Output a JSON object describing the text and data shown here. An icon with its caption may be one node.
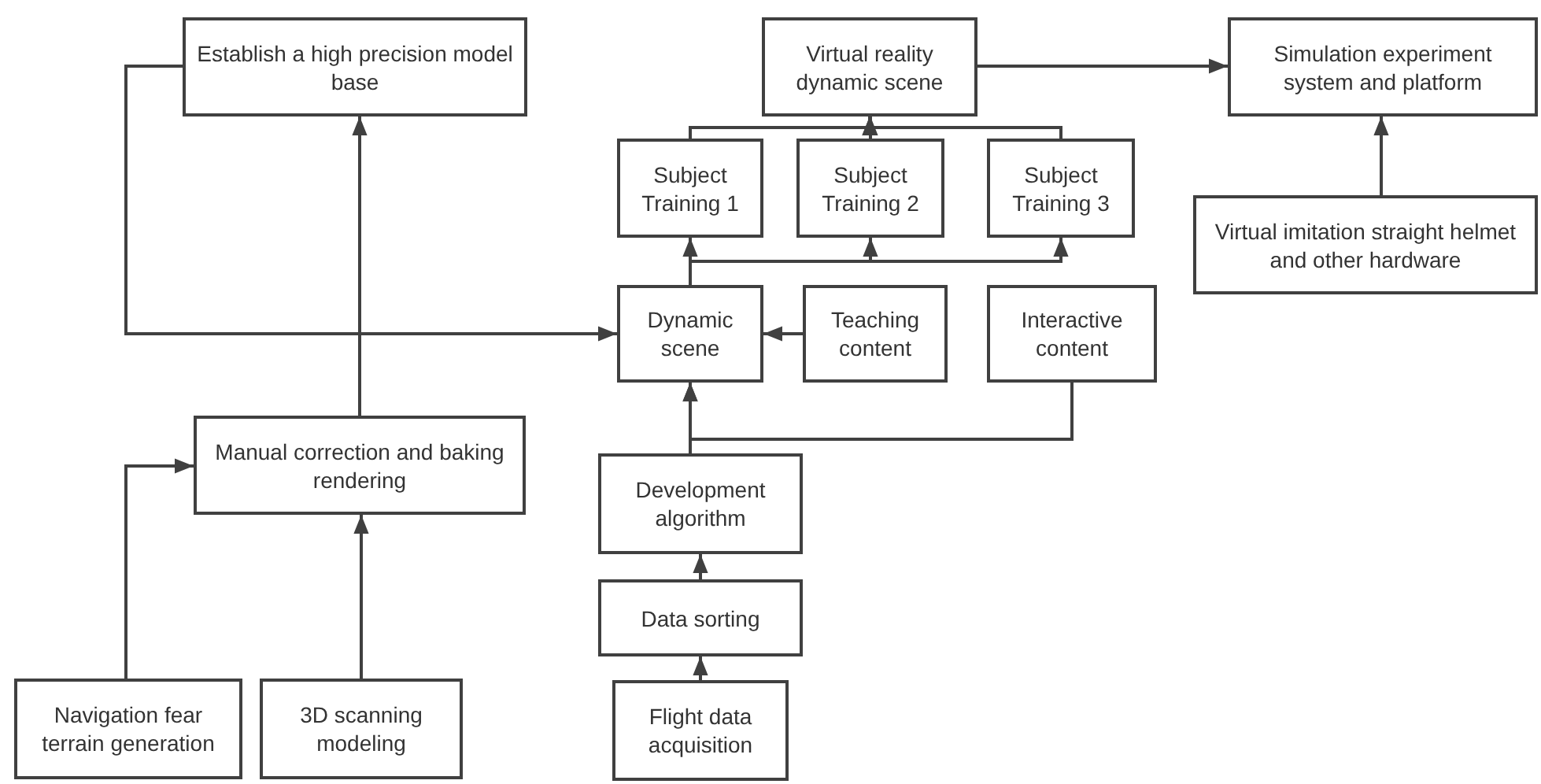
{
  "diagram": {
    "nodes": [
      {
        "text": [
          "Establish a high precision model base"
        ]
      },
      {
        "text": [
          "Virtual reality dynamic scene"
        ]
      },
      {
        "text": [
          "Simulation experiment system and platform"
        ]
      },
      {
        "text": [
          "Subject Training 1"
        ]
      },
      {
        "text": [
          "Subject Training 2"
        ]
      },
      {
        "text": [
          "Subject Training 3"
        ]
      },
      {
        "text": [
          "Virtual imitation straight helmet and other hardware"
        ]
      },
      {
        "text": [
          "Dynamic scene"
        ]
      },
      {
        "text": [
          "Teaching content"
        ]
      },
      {
        "text": [
          "Interactive content"
        ]
      },
      {
        "text": [
          "Manual correction and baking rendering"
        ]
      },
      {
        "text": [
          "Development algorithm"
        ]
      },
      {
        "text": [
          "Data sorting"
        ]
      },
      {
        "text": [
          "Flight data acquisition"
        ]
      },
      {
        "text": [
          "Navigation fear terrain generation"
        ]
      },
      {
        "text": [
          "3D scanning modeling"
        ]
      }
    ],
    "edges": [
      {
        "from": 0,
        "to": 7,
        "arrow": "to"
      },
      {
        "from": 10,
        "to": 0,
        "arrow": "to"
      },
      {
        "from": 3,
        "to": 1,
        "arrow": "to"
      },
      {
        "from": 4,
        "to": 1,
        "arrow": "to"
      },
      {
        "from": 5,
        "to": 1,
        "arrow": "to"
      },
      {
        "from": 1,
        "to": 2,
        "arrow": "to"
      },
      {
        "from": 6,
        "to": 2,
        "arrow": "to"
      },
      {
        "from": 7,
        "to": 3,
        "arrow": "to"
      },
      {
        "from": 7,
        "to": 4,
        "arrow": "to"
      },
      {
        "from": 7,
        "to": 5,
        "arrow": "to"
      },
      {
        "from": 8,
        "to": 7,
        "arrow": "to"
      },
      {
        "from": 11,
        "to": 7,
        "arrow": "to"
      },
      {
        "from": 9,
        "to": 7,
        "arrow": "to"
      },
      {
        "from": 12,
        "to": 11,
        "arrow": "to"
      },
      {
        "from": 13,
        "to": 12,
        "arrow": "to"
      },
      {
        "from": 14,
        "to": 10,
        "arrow": "to"
      },
      {
        "from": 15,
        "to": 10,
        "arrow": "to"
      }
    ]
  }
}
